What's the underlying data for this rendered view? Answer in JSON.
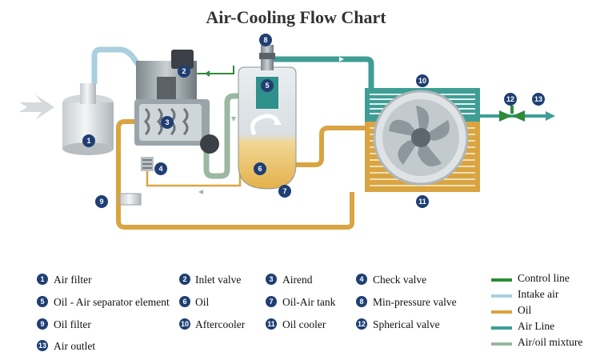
{
  "title": "Air-Cooling Flow Chart",
  "colors": {
    "control_line": "#2e8b3a",
    "intake_air": "#a9cfe0",
    "oil": "#d9a441",
    "air_line": "#3e9e96",
    "air_oil_mixture": "#9bb8a2",
    "badge": "#1f3f73"
  },
  "component_key": [
    {
      "num": "1",
      "label": "Air filter"
    },
    {
      "num": "2",
      "label": "Inlet valve"
    },
    {
      "num": "3",
      "label": "Airend"
    },
    {
      "num": "4",
      "label": "Check valve"
    },
    {
      "num": "5",
      "label": "Oil - Air separator element"
    },
    {
      "num": "6",
      "label": "Oil"
    },
    {
      "num": "7",
      "label": "Oil-Air tank"
    },
    {
      "num": "8",
      "label": "Min-pressure valve"
    },
    {
      "num": "9",
      "label": "Oil filter"
    },
    {
      "num": "10",
      "label": "Aftercooler"
    },
    {
      "num": "11",
      "label": "Oil cooler"
    },
    {
      "num": "12",
      "label": "Spherical valve"
    },
    {
      "num": "13",
      "label": "Air outlet"
    }
  ],
  "line_legend": [
    {
      "label": "Control line",
      "color": "#2e8b3a"
    },
    {
      "label": "Intake air",
      "color": "#a9cfe0"
    },
    {
      "label": "Oil",
      "color": "#d9a441"
    },
    {
      "label": "Air Line",
      "color": "#3e9e96"
    },
    {
      "label": "Air/oil mixture",
      "color": "#9bb8a2"
    }
  ]
}
